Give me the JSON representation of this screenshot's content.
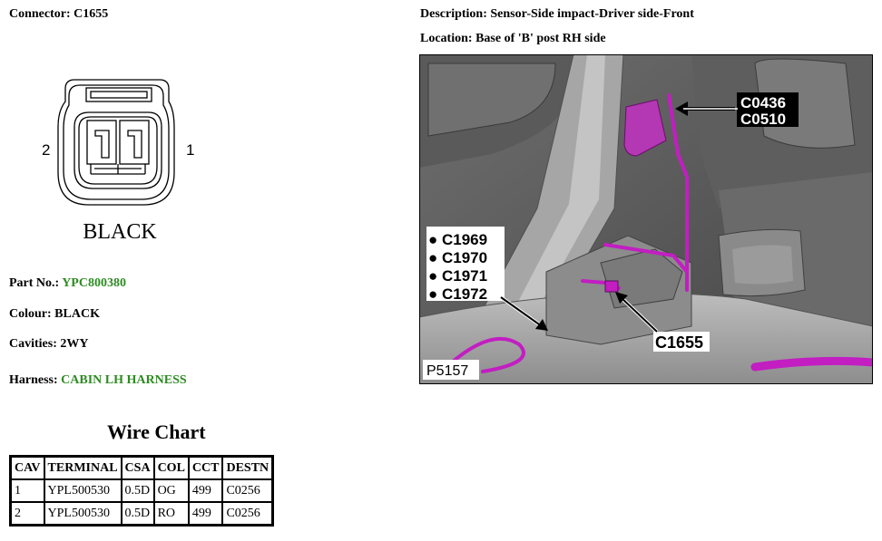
{
  "connector": {
    "label": "Connector:",
    "value": "C1655"
  },
  "diagram": {
    "pin_left": "2",
    "pin_right": "1",
    "color_text": "BLACK"
  },
  "part_no": {
    "label": "Part No.:",
    "value": "YPC800380"
  },
  "colour": {
    "label": "Colour:",
    "value": "BLACK"
  },
  "cavities": {
    "label": "Cavities:",
    "value": "2WY"
  },
  "harness": {
    "label": "Harness:",
    "value": "CABIN LH HARNESS"
  },
  "description": {
    "label": "Description:",
    "value": "Sensor-Side impact-Driver side-Front"
  },
  "location": {
    "label": "Location:",
    "value": "Base of 'B' post RH side"
  },
  "photo": {
    "callout_top": [
      "C0436",
      "C0510"
    ],
    "callout_left": [
      "C1969",
      "C1970",
      "C1971",
      "C1972"
    ],
    "callout_bottom": "C1655",
    "figure_id": "P5157"
  },
  "wire_chart": {
    "title": "Wire Chart",
    "headers": [
      "CAV",
      "TERMINAL",
      "CSA",
      "COL",
      "CCT",
      "DESTN"
    ],
    "rows": [
      [
        "1",
        "YPL500530",
        "0.5D",
        "OG",
        "499",
        "C0256"
      ],
      [
        "2",
        "YPL500530",
        "0.5D",
        "RO",
        "499",
        "C0256"
      ]
    ]
  },
  "colors": {
    "value_green": "#2e8b22",
    "wire_magenta": "#c21ec2"
  }
}
